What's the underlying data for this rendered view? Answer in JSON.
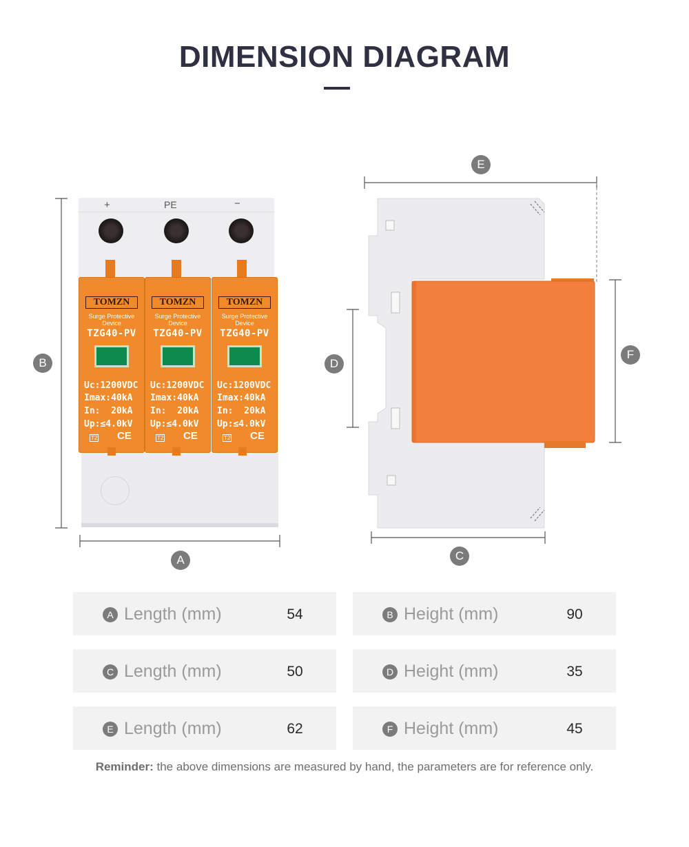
{
  "header": {
    "title": "DIMENSION DIAGRAM"
  },
  "markers": {
    "a": "A",
    "b": "B",
    "c": "C",
    "d": "D",
    "e": "E",
    "f": "F"
  },
  "device": {
    "terminal_labels": [
      "+",
      "PE",
      "−"
    ],
    "brand": "TOMZN",
    "subtitle_line1": "Surge Protective",
    "subtitle_line2": "Device",
    "model": "TZG40-PV",
    "spec_uc": "Uc:1200VDC",
    "spec_imax": "Imax:40kA",
    "spec_in": "In:  20kA",
    "spec_up": "Up:≤4.0kV",
    "class_mark": "T2",
    "cert_mark": "CE"
  },
  "colors": {
    "module_orange": "#f08a2a",
    "body_gray": "#ececee",
    "window_green": "#0e8a4e",
    "title": "#2f3042"
  },
  "dimensions": [
    {
      "marker": "A",
      "label": "Length (mm)",
      "value": "54"
    },
    {
      "marker": "B",
      "label": "Height (mm)",
      "value": "90"
    },
    {
      "marker": "C",
      "label": "Length (mm)",
      "value": "50"
    },
    {
      "marker": "D",
      "label": "Height (mm)",
      "value": "35"
    },
    {
      "marker": "E",
      "label": "Length (mm)",
      "value": "62"
    },
    {
      "marker": "F",
      "label": "Height (mm)",
      "value": "45"
    }
  ],
  "reminder": {
    "bold": "Reminder:",
    "text": " the above dimensions are measured by hand, the parameters are for reference only."
  }
}
